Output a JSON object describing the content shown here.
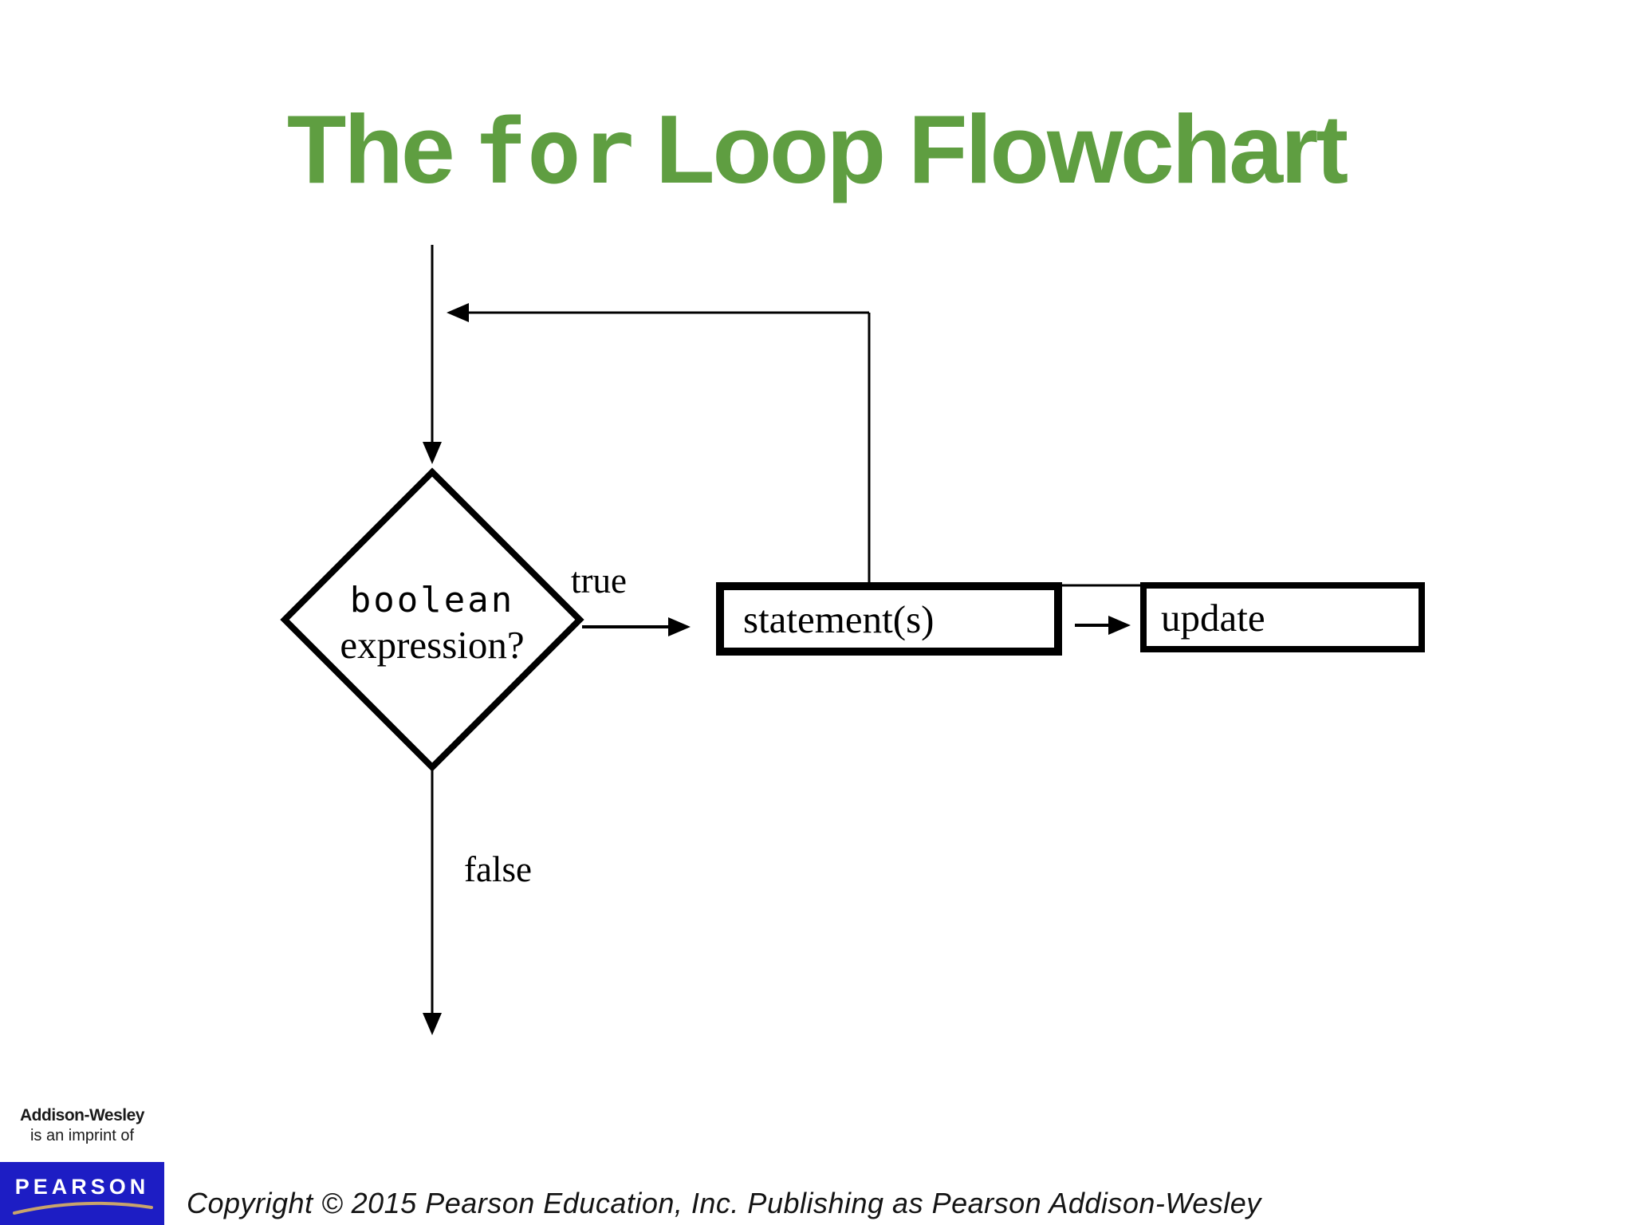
{
  "title": {
    "part1": "The",
    "code": "for",
    "part2": "Loop Flowchart",
    "color": "#5f9e41"
  },
  "flowchart": {
    "decision": {
      "line1": "boolean",
      "line2": "expression?"
    },
    "labels": {
      "true_branch": "true",
      "false_branch": "false"
    },
    "boxes": {
      "statements": "statement(s)",
      "update": "update"
    }
  },
  "footer": {
    "imprint_line1": "Addison-Wesley",
    "imprint_line2": "is an imprint of",
    "logo_text": "PEARSON",
    "logo_bg": "#1d1dc4",
    "swoosh_color": "#c9a46b",
    "copyright": "Copyright © 2015 Pearson Education, Inc. Publishing as Pearson Addison-Wesley"
  }
}
